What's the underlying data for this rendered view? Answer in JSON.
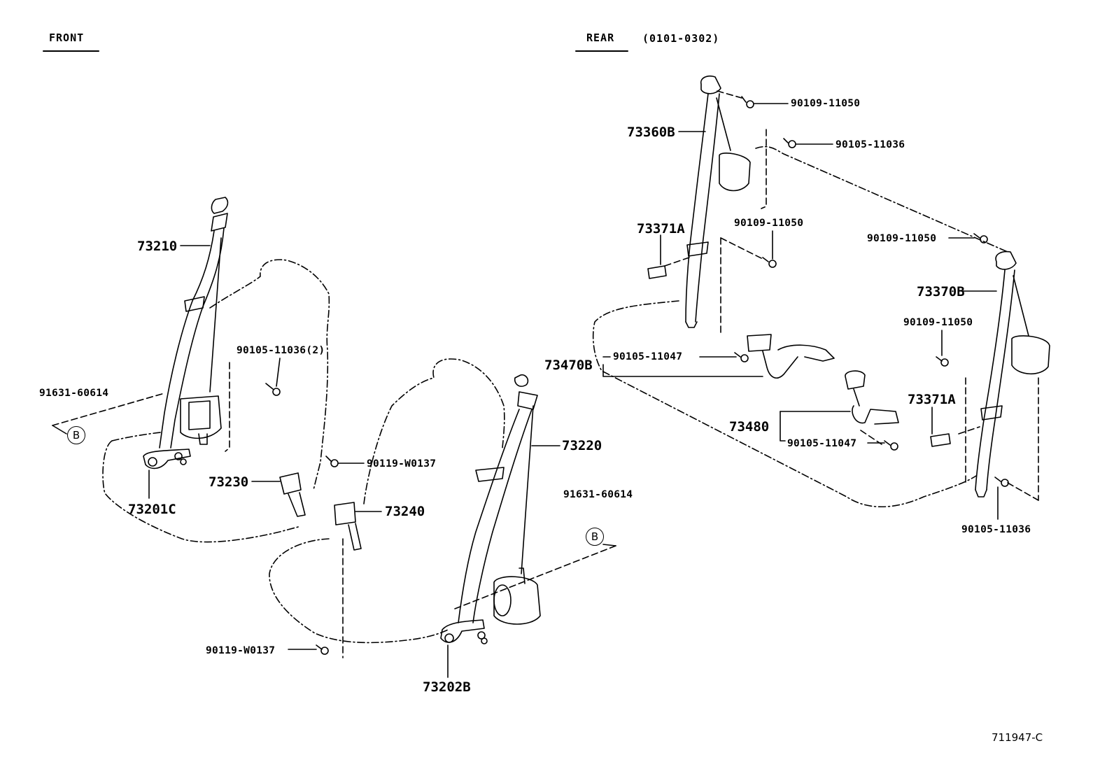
{
  "headers": {
    "front": "FRONT",
    "rear": "REAR",
    "rear_range": "(0101-0302)"
  },
  "parts": {
    "p73210": "73210",
    "p73201C": "73201C",
    "p73230": "73230",
    "p73240": "73240",
    "p73220": "73220",
    "p73202B": "73202B",
    "p73360B": "73360B",
    "p73371A_left": "73371A",
    "p73371A_right": "73371A",
    "p73370B": "73370B",
    "p73470B": "73470B",
    "p73480": "73480"
  },
  "fasteners": {
    "f91631_left": "91631-60614",
    "f91631_right": "91631-60614",
    "f90105_11036_2": "90105-11036(2)",
    "f90119_w0137_upper": "90119-W0137",
    "f90119_w0137_lower": "90119-W0137",
    "f90109_11050_top": "90109-11050",
    "f90105_11036_top": "90105-11036",
    "f90109_11050_mid": "90109-11050",
    "f90109_11050_right": "90109-11050",
    "f90109_11050_right2": "90109-11050",
    "f90105_11047_a": "90105-11047",
    "f90105_11047_b": "90105-11047",
    "f90105_11036_bottom": "90105-11036"
  },
  "refs": {
    "b_left": "B",
    "b_right": "B"
  },
  "catalog_code": "711947-C",
  "colors": {
    "ink": "#000000",
    "paper": "#ffffff"
  }
}
